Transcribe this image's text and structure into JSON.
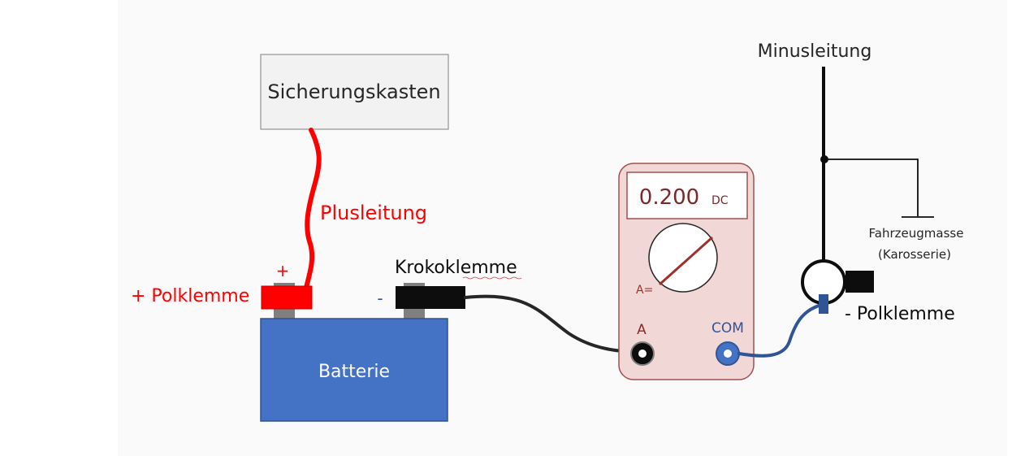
{
  "labels": {
    "fuse_box": "Sicherungskasten",
    "plus_cable": "Plusleitung",
    "plus_sign": "+",
    "plus_clamp": "+ Polklemme",
    "minus_sign": "-",
    "croc_clip": "Krokoklemme",
    "battery": "Batterie",
    "minus_cable": "Minusleitung",
    "chassis_ground_line1": "Fahrzeugmasse",
    "chassis_ground_line2": "(Karosserie)",
    "minus_clamp": "- Polklemme"
  },
  "multimeter": {
    "reading": "0.200",
    "unit": "DC",
    "dial_label": "A=",
    "port_a": "A",
    "port_com": "COM"
  },
  "colors": {
    "red": "#ff0000",
    "battery_fill": "#4472c4",
    "battery_stroke": "#2f528f",
    "meter_fill": "#f2d7d7",
    "meter_stroke": "#a05050",
    "needle": "#a0302a",
    "dark_red_text": "#8b2a2a",
    "com_blue": "#2f5597",
    "minus_blue": "#2f5597"
  }
}
